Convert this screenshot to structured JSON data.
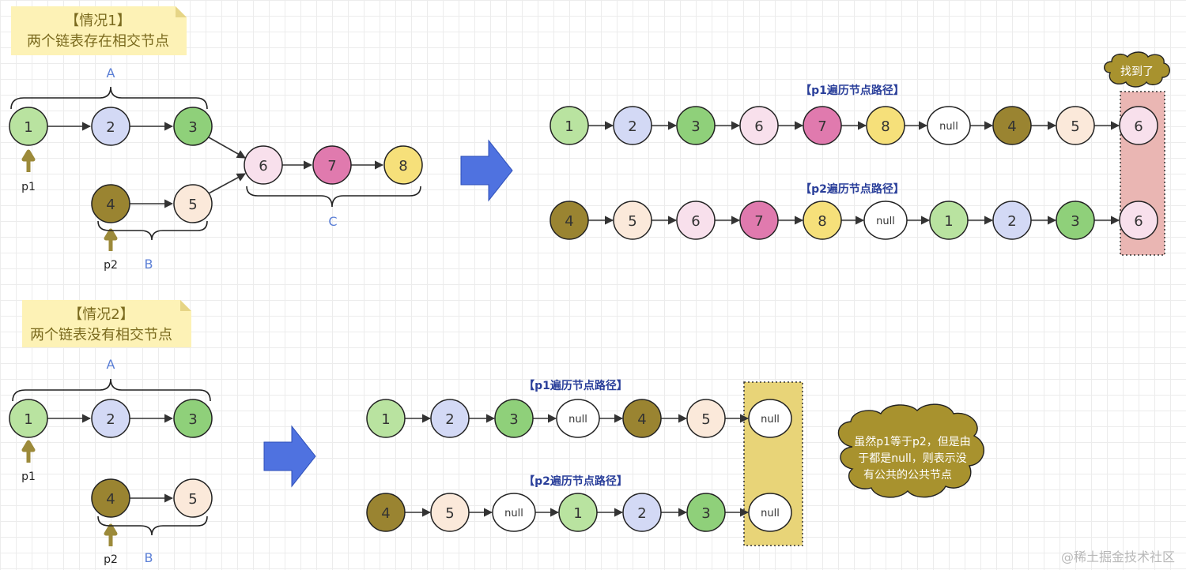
{
  "case1": {
    "note_line1": "【情况1】",
    "note_line2": "两个链表存在相交节点",
    "brace_a": "A",
    "brace_b": "B",
    "brace_c": "C",
    "pointer_p1": "p1",
    "pointer_p2": "p2",
    "list_a": [
      "1",
      "2",
      "3"
    ],
    "list_b": [
      "4",
      "5"
    ],
    "list_c": [
      "6",
      "7",
      "8"
    ],
    "path1_title": "【p1遍历节点路径】",
    "path2_title": "【p2遍历节点路径】",
    "path1": [
      "1",
      "2",
      "3",
      "6",
      "7",
      "8",
      "null",
      "4",
      "5",
      "6"
    ],
    "path2": [
      "4",
      "5",
      "6",
      "7",
      "8",
      "null",
      "1",
      "2",
      "3",
      "6"
    ],
    "found_label": "找到了"
  },
  "case2": {
    "note_line1": "【情况2】",
    "note_line2": "两个链表没有相交节点",
    "brace_a": "A",
    "brace_b": "B",
    "pointer_p1": "p1",
    "pointer_p2": "p2",
    "list_a": [
      "1",
      "2",
      "3"
    ],
    "list_b": [
      "4",
      "5"
    ],
    "path1_title": "【p1遍历节点路径】",
    "path2_title": "【p2遍历节点路径】",
    "path1": [
      "1",
      "2",
      "3",
      "null",
      "4",
      "5",
      "null"
    ],
    "path2": [
      "4",
      "5",
      "null",
      "1",
      "2",
      "3",
      "null"
    ],
    "cloud_line1": "虽然p1等于p2，但是由",
    "cloud_line2": "于都是null，则表示没",
    "cloud_line3": "有公共的公共节点"
  },
  "node_colors": {
    "1": "#b9e3a0",
    "2": "#d3d9f5",
    "3": "#8fd07a",
    "4": "#9a8431",
    "5": "#fbe9da",
    "6": "#f8e0ec",
    "7": "#e07aae",
    "8": "#f6e07a",
    "null": "#ffffff"
  },
  "colors": {
    "brace_label": "#5b7fd6",
    "pointer": "#9c8a3a",
    "big_arrow": "#4f72e0",
    "highlight_found": "#eab6b3",
    "highlight_null": "#e8d478",
    "cloud": "#a8922e",
    "path_title": "#2a3f9a"
  },
  "watermark": "@稀土掘金技术社区"
}
